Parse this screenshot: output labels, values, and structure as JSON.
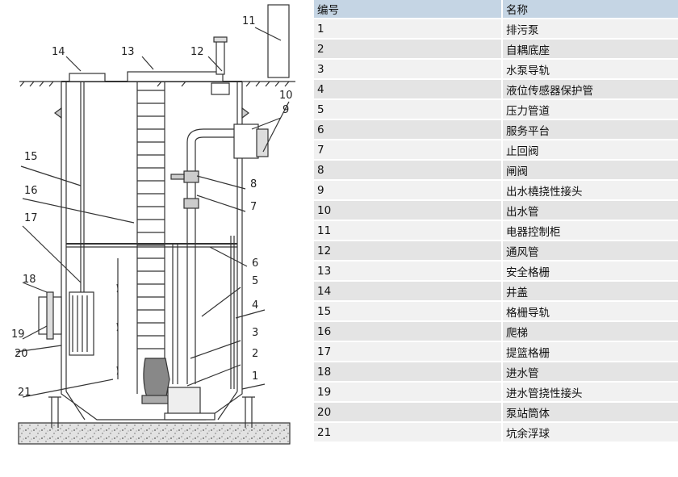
{
  "table": {
    "headers": [
      "编号",
      "名称"
    ],
    "rows": [
      [
        "1",
        "排污泵"
      ],
      [
        "2",
        "自耦底座"
      ],
      [
        "3",
        "水泵导轨"
      ],
      [
        "4",
        "液位传感器保护管"
      ],
      [
        "5",
        "压力管道"
      ],
      [
        "6",
        "服务平台"
      ],
      [
        "7",
        "止回阀"
      ],
      [
        "8",
        "闸阀"
      ],
      [
        "9",
        "出水橈挠性接头"
      ],
      [
        "10",
        "出水管"
      ],
      [
        "11",
        "电器控制柜"
      ],
      [
        "12",
        "通风管"
      ],
      [
        "13",
        "安全格栅"
      ],
      [
        "14",
        "井盖"
      ],
      [
        "15",
        "格栅导轨"
      ],
      [
        "16",
        "爬梯"
      ],
      [
        "17",
        "提篮格栅"
      ],
      [
        "18",
        "进水管"
      ],
      [
        "19",
        "进水管挠性接头"
      ],
      [
        "20",
        "泵站筒体"
      ],
      [
        "21",
        "坑余浮球"
      ]
    ]
  },
  "diagram": {
    "callouts": [
      "1",
      "2",
      "3",
      "4",
      "5",
      "6",
      "7",
      "8",
      "9",
      "10",
      "11",
      "12",
      "13",
      "14",
      "15",
      "16",
      "17",
      "18",
      "19",
      "20",
      "21"
    ]
  },
  "colors": {
    "line": "#333333",
    "header_bg": "#c5d5e4",
    "row_light": "#f1f1f1",
    "row_dark": "#e4e4e4"
  }
}
